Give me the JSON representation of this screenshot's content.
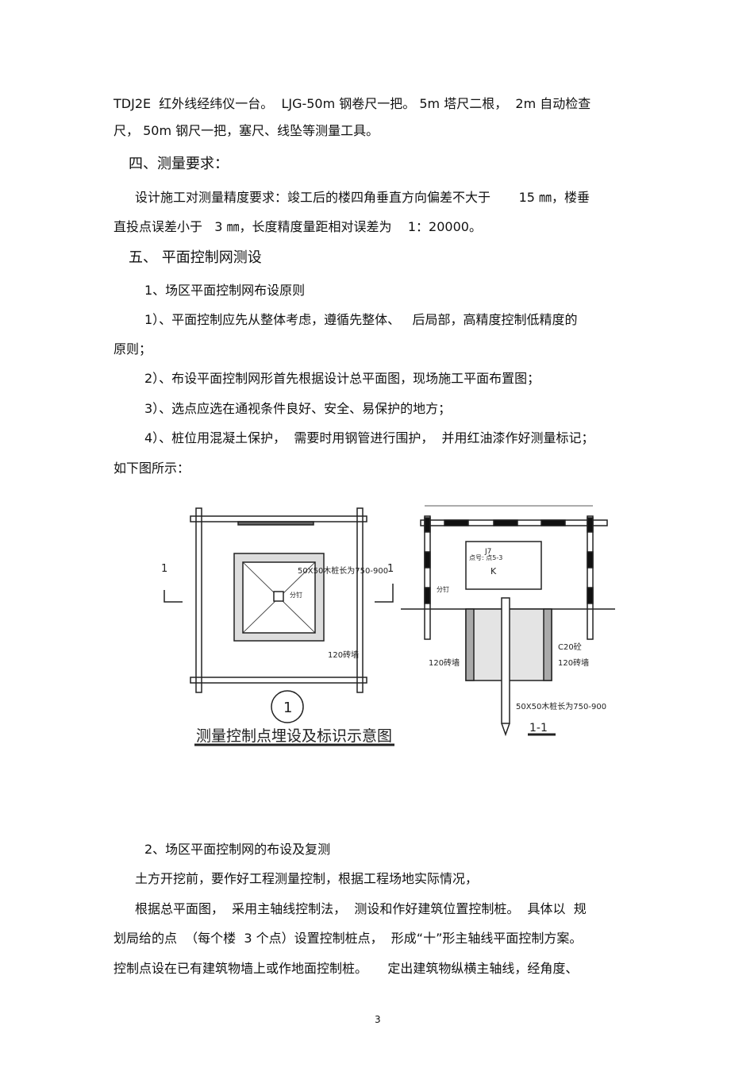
{
  "lines": [
    "TDJ2E  红外线经纬仪一台。  LJG-50m 钢卷尺一把。 5m 塔尺二根，  2m 自动检查",
    "尺， 50m 钢尺一把，塞尺、线坠等测量工具。",
    "四、测量要求：",
    "设计施工对测量精度要求：竣工后的楼四角垂直方向偏差不大于       15 ㎜，楼垂",
    "直投点误差小于   3 ㎜，长度精度量距相对误差为    1：20000。",
    "五、 平面控制网测设",
    "1、场区平面控制网布设原则",
    "1）、平面控制应先从整体考虑，遵循先整体、   后局部，高精度控制低精度的",
    "原则；",
    "2）、布设平面控制网形首先根据设计总平面图，现场施工平面布置图；",
    "3）、选点应选在通视条件良好、安全、易保护的地方；",
    "4）、桩位用混凝土保护，  需要时用钢管进行围护，  并用红油漆作好测量标记；",
    "如下图所示：",
    "2、场区平面控制网的布设及复测",
    "土方开挖前，要作好工程测量控制，根据工程场地实际情况，",
    "根据总平面图，  采用主轴线控制法，  测设和作好建筑位置控制桩。  具体以  规",
    "划局给的点  （每个楼  3 个点）设置控制桩点，  形成“十”形主轴线平面控制方案。",
    "控制点设在已有建筑物墙上或作地面控制桩。     定出建筑物纵横主轴线，经角度、"
  ],
  "figure": {
    "caption": "测量控制点埋设及标识示意图",
    "plan_number": "1",
    "section_mark": "1",
    "section_title": "1-1",
    "stake_label": "50X50木桩长为750-900",
    "nail_label": "分钉",
    "wall_label": "120砖墙",
    "concrete_label": "C20砼",
    "point_label": "点号: 点5-3",
    "axis_j": "J7",
    "axis_k": "K"
  },
  "page_number": "3"
}
